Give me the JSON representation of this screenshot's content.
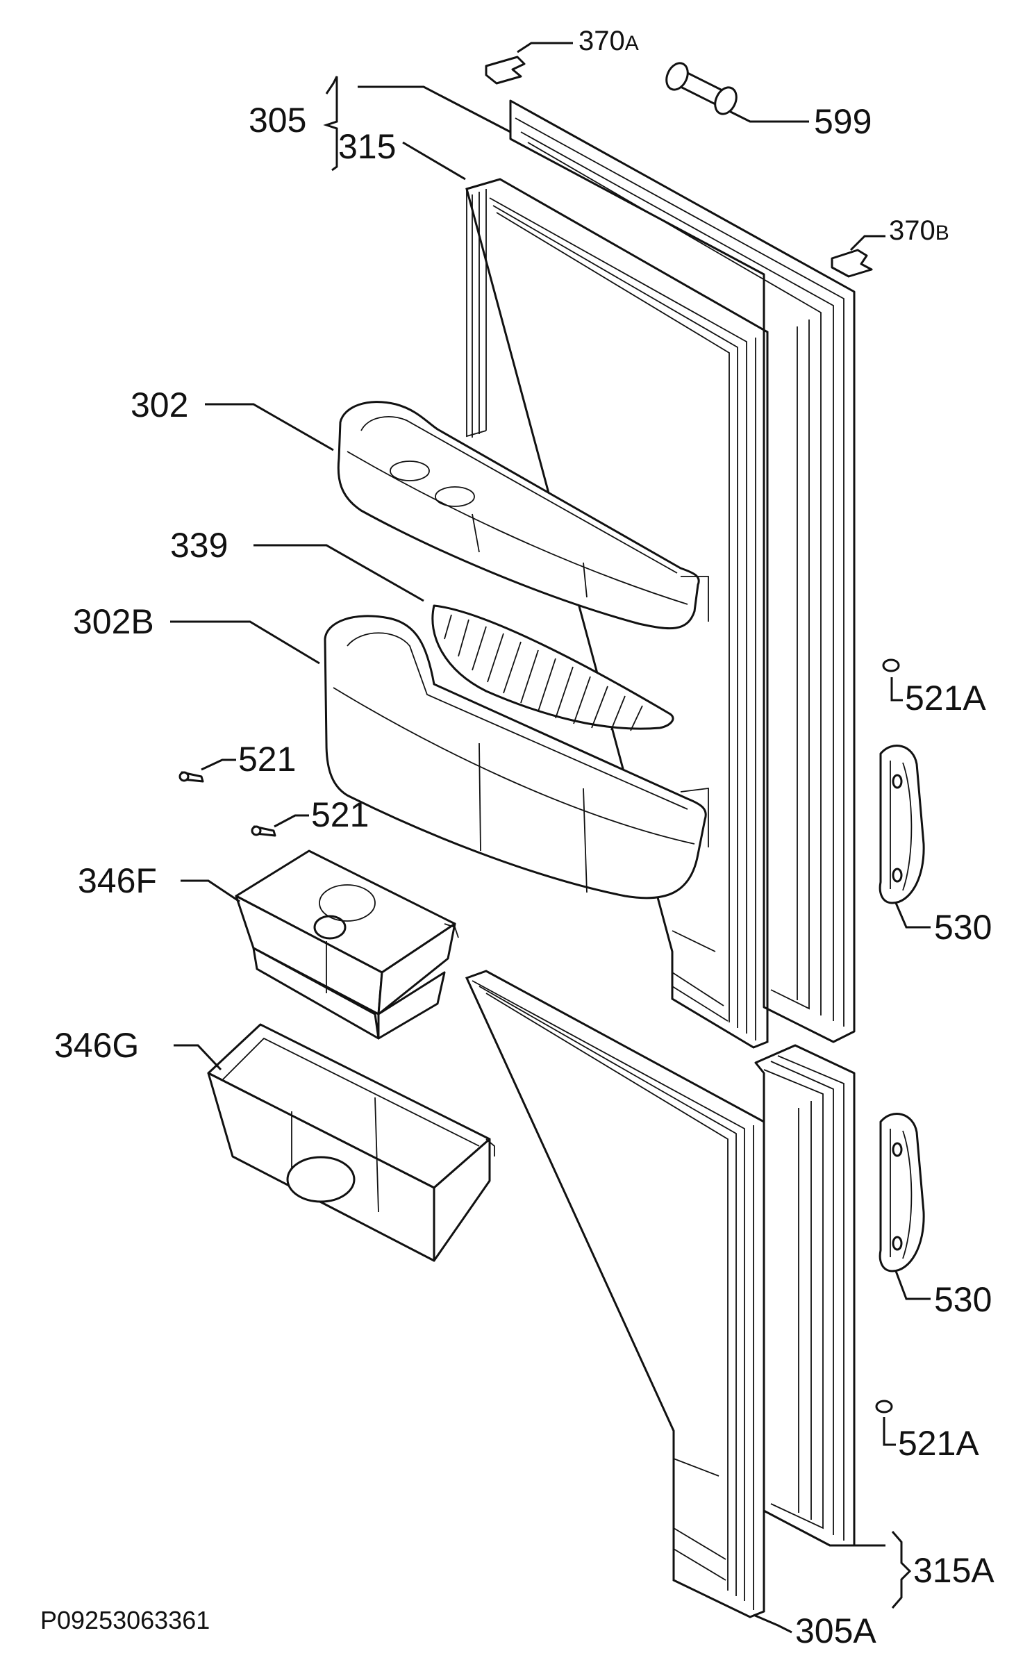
{
  "labels": {
    "l305": "305",
    "l315": "315",
    "l370a_num": "370",
    "l370a_sub": "A",
    "l599": "599",
    "l370b_num": "370",
    "l370b_sub": "B",
    "l302": "302",
    "l339": "339",
    "l302b": "302B",
    "l521a_top": "521A",
    "l521_1": "521",
    "l521_2": "521",
    "l346f": "346F",
    "l530_top": "530",
    "l346g": "346G",
    "l530_bottom": "530",
    "l521a_bottom": "521A",
    "l315a": "315A",
    "l305a": "305A"
  },
  "drawing_code": "P09253063361"
}
